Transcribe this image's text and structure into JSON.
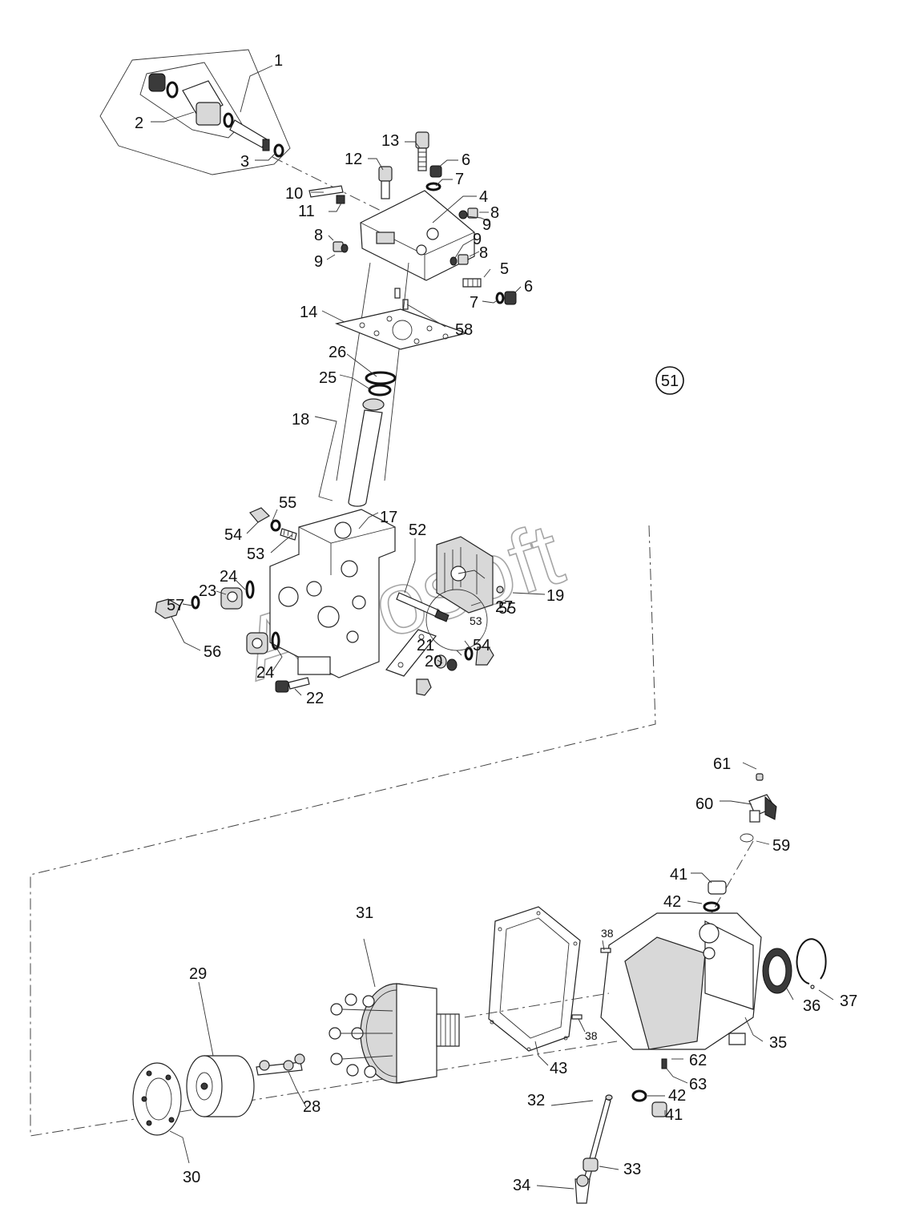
{
  "watermark": "Agrosoft",
  "badge": "51",
  "labels": {
    "l1": "1",
    "l2": "2",
    "l3": "3",
    "l4": "4",
    "l5": "5",
    "l6a": "6",
    "l6b": "6",
    "l7a": "7",
    "l7b": "7",
    "l8a": "8",
    "l8b": "8",
    "l8c": "8",
    "l9a": "9",
    "l9b": "9",
    "l9c": "9",
    "l10": "10",
    "l11": "11",
    "l12": "12",
    "l13": "13",
    "l14": "14",
    "l17": "17",
    "l18": "18",
    "l19": "19",
    "l20": "20",
    "l21": "21",
    "l22": "22",
    "l23": "23",
    "l24a": "24",
    "l24b": "24",
    "l25": "25",
    "l26": "26",
    "l27": "27",
    "l28": "28",
    "l29": "29",
    "l30": "30",
    "l31": "31",
    "l32": "32",
    "l33": "33",
    "l34": "34",
    "l35": "35",
    "l36": "36",
    "l37": "37",
    "l38a": "38",
    "l38b": "38",
    "l41a": "41",
    "l41b": "41",
    "l42a": "42",
    "l42b": "42",
    "l43": "43",
    "l52": "52",
    "l53a": "53",
    "l53b": "53",
    "l54a": "54",
    "l54b": "54",
    "l55a": "55",
    "l55b": "55",
    "l56": "56",
    "l57": "57",
    "l58": "58",
    "l59": "59",
    "l60": "60",
    "l61": "61",
    "l62": "62",
    "l63": "63"
  }
}
